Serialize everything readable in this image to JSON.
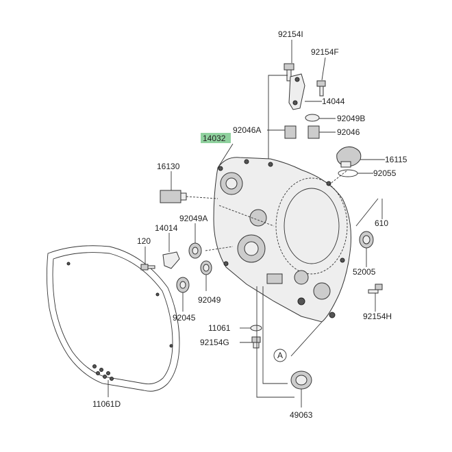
{
  "labels": {
    "p92154I": "92154I",
    "p92154F": "92154F",
    "p14044": "14044",
    "p92049B": "92049B",
    "p92046A": "92046A",
    "p92046": "92046",
    "p14032": "14032",
    "p16115": "16115",
    "p16130": "16130",
    "p92055": "92055",
    "p610": "610",
    "p92049A": "92049A",
    "p14014": "14014",
    "p120": "120",
    "p52005": "52005",
    "p92049": "92049",
    "p92045": "92045",
    "p92154H": "92154H",
    "p11061": "11061",
    "p92154G": "92154G",
    "pA": "A",
    "p11061D": "11061D",
    "p49063": "49063"
  },
  "colors": {
    "highlight": "#8fd19e",
    "line": "#333333"
  }
}
